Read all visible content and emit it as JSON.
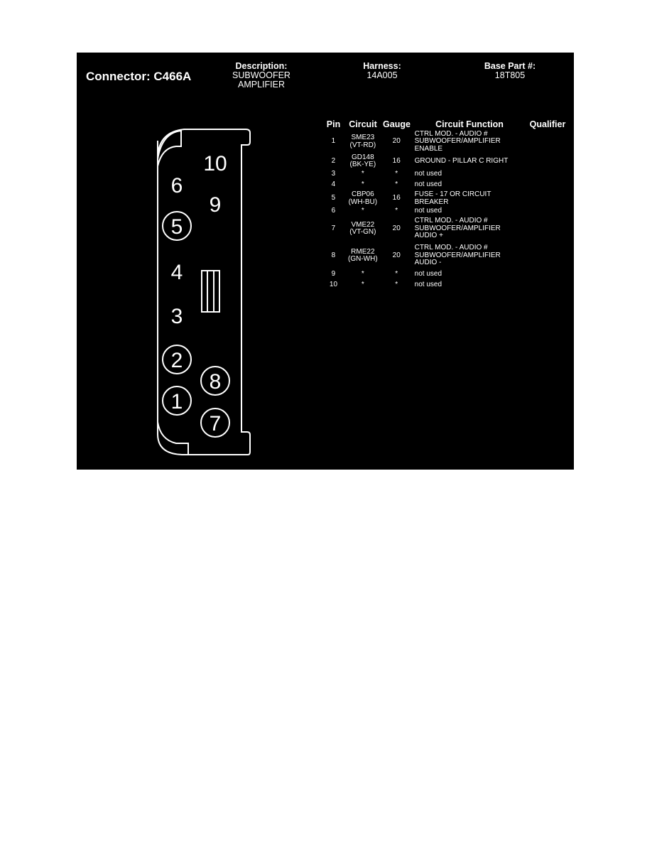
{
  "connector": {
    "title": "Connector: C466A",
    "description_label": "Description:",
    "description_line1": "SUBWOOFER",
    "description_line2": "AMPLIFIER",
    "harness_label": "Harness:",
    "harness_value": "14A005",
    "base_part_label": "Base Part #:",
    "base_part_value": "18T805"
  },
  "diagram": {
    "pins": [
      {
        "label": "10",
        "circled": false
      },
      {
        "label": "6",
        "circled": false
      },
      {
        "label": "9",
        "circled": false
      },
      {
        "label": "5",
        "circled": true
      },
      {
        "label": "4",
        "circled": false
      },
      {
        "label": "3",
        "circled": false
      },
      {
        "label": "2",
        "circled": true
      },
      {
        "label": "8",
        "circled": true
      },
      {
        "label": "1",
        "circled": true
      },
      {
        "label": "7",
        "circled": true
      }
    ]
  },
  "table": {
    "headers": {
      "pin": "Pin",
      "circuit": "Circuit",
      "gauge": "Gauge",
      "function": "Circuit Function",
      "qualifier": "Qualifier"
    },
    "rows": [
      {
        "pin": "1",
        "circuit1": "SME23",
        "circuit2": "(VT-RD)",
        "gauge": "20",
        "func1": "CTRL MOD. - AUDIO #",
        "func2": "SUBWOOFER/AMPLIFIER",
        "func3": "ENABLE",
        "qualifier": ""
      },
      {
        "pin": "2",
        "circuit1": "GD148",
        "circuit2": "(BK-YE)",
        "gauge": "16",
        "func1": "GROUND - PILLAR C RIGHT",
        "func2": "",
        "func3": "",
        "qualifier": ""
      },
      {
        "pin": "3",
        "circuit1": "*",
        "circuit2": "",
        "gauge": "*",
        "func1": "not used",
        "func2": "",
        "func3": "",
        "qualifier": ""
      },
      {
        "pin": "4",
        "circuit1": "*",
        "circuit2": "",
        "gauge": "*",
        "func1": "not used",
        "func2": "",
        "func3": "",
        "qualifier": ""
      },
      {
        "pin": "5",
        "circuit1": "CBP06",
        "circuit2": "(WH-BU)",
        "gauge": "16",
        "func1": "FUSE - 17 OR CIRCUIT",
        "func2": "BREAKER",
        "func3": "",
        "qualifier": ""
      },
      {
        "pin": "6",
        "circuit1": "*",
        "circuit2": "",
        "gauge": "*",
        "func1": "not used",
        "func2": "",
        "func3": "",
        "qualifier": ""
      },
      {
        "pin": "7",
        "circuit1": "VME22",
        "circuit2": "(VT-GN)",
        "gauge": "20",
        "func1": "CTRL MOD. - AUDIO #",
        "func2": "SUBWOOFER/AMPLIFIER",
        "func3": "AUDIO +",
        "qualifier": ""
      },
      {
        "pin": "8",
        "circuit1": "RME22",
        "circuit2": "(GN-WH)",
        "gauge": "20",
        "func1": "CTRL MOD. - AUDIO #",
        "func2": "SUBWOOFER/AMPLIFIER",
        "func3": "AUDIO -",
        "qualifier": ""
      },
      {
        "pin": "9",
        "circuit1": "*",
        "circuit2": "",
        "gauge": "*",
        "func1": "not used",
        "func2": "",
        "func3": "",
        "qualifier": ""
      },
      {
        "pin": "10",
        "circuit1": "*",
        "circuit2": "",
        "gauge": "*",
        "func1": "not used",
        "func2": "",
        "func3": "",
        "qualifier": ""
      }
    ]
  }
}
